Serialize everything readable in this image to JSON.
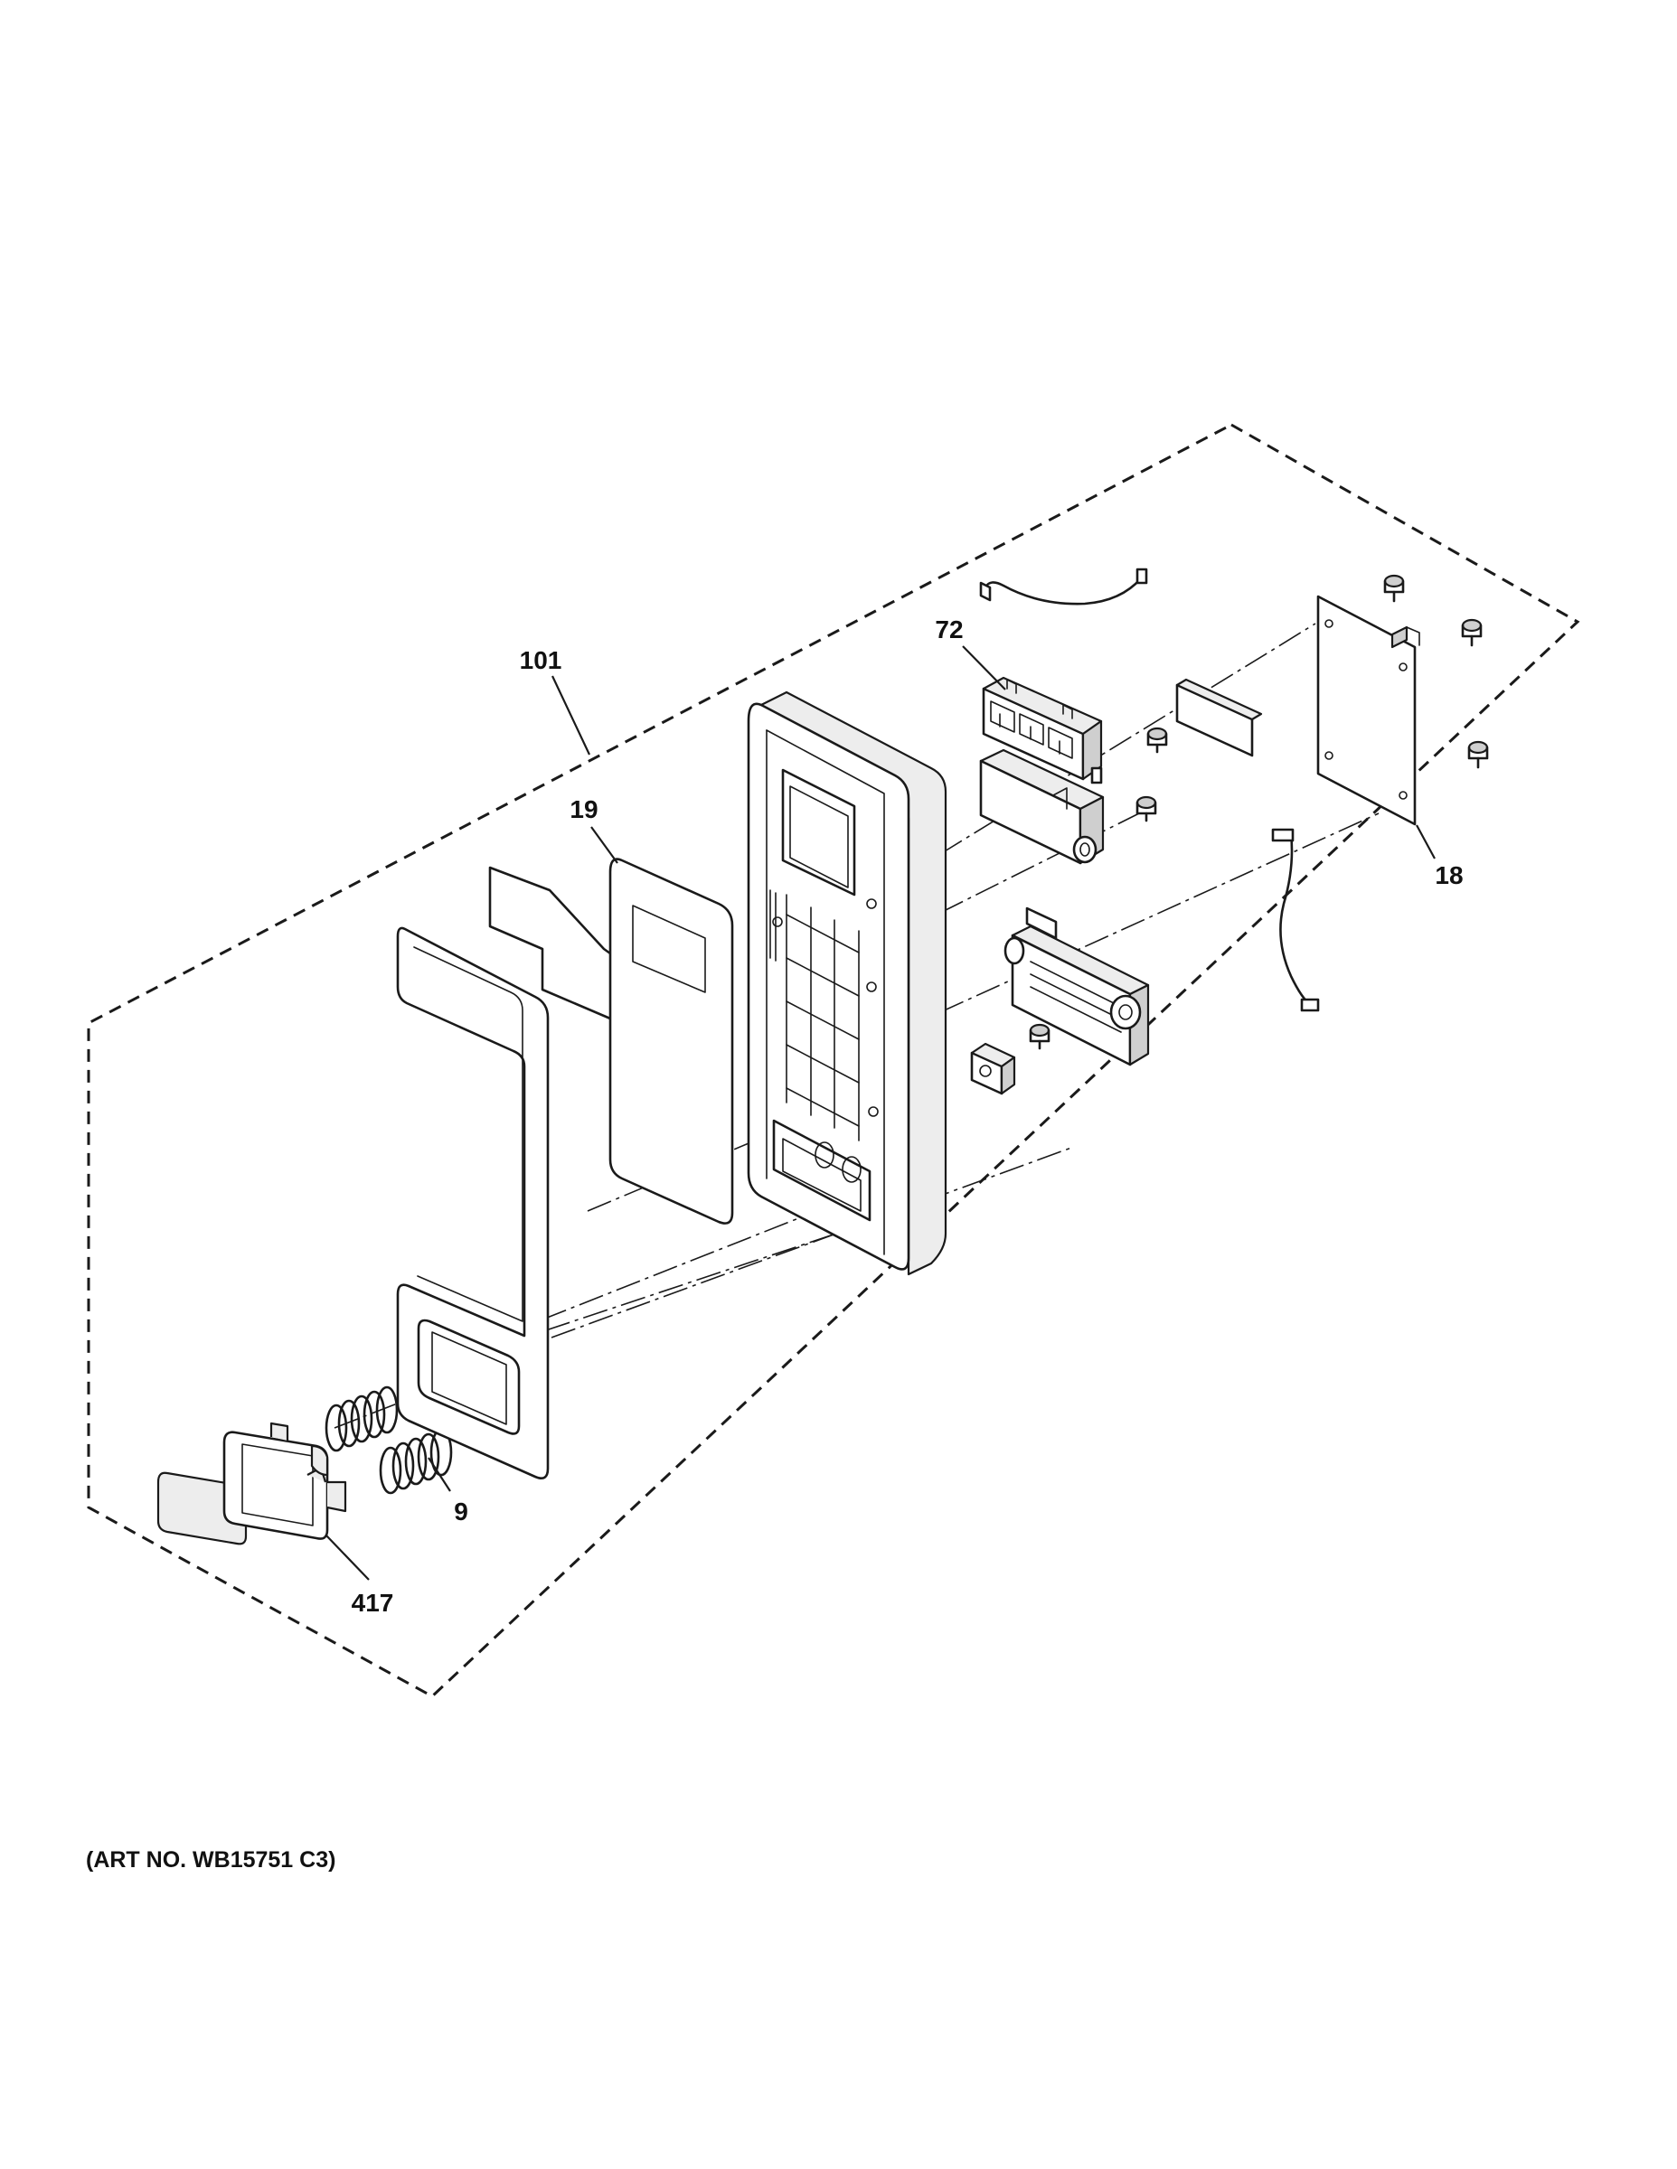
{
  "diagram": {
    "callouts": {
      "c101": "101",
      "c19": "19",
      "c72": "72",
      "c18": "18",
      "c9": "9",
      "c417": "417"
    },
    "art_number": "(ART NO. WB15751 C3)"
  }
}
